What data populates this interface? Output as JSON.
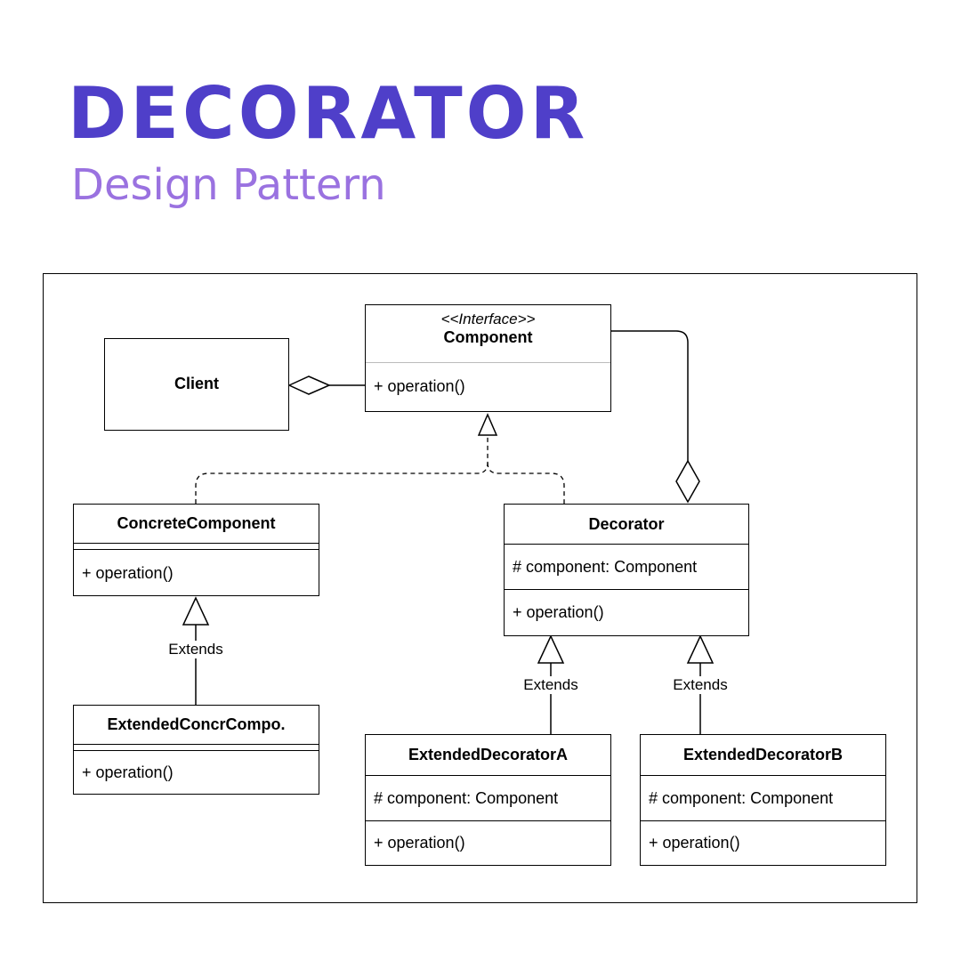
{
  "header": {
    "title": "DECORATOR",
    "subtitle": "Design Pattern"
  },
  "diagram": {
    "client": {
      "name": "Client"
    },
    "component": {
      "stereotype": "<<Interface>>",
      "name": "Component",
      "method": "+ operation()"
    },
    "concrete_component": {
      "name": "ConcreteComponent",
      "method": "+ operation()"
    },
    "extended_concrete": {
      "name": "ExtendedConcrCompo.",
      "method": "+ operation()"
    },
    "decorator": {
      "name": "Decorator",
      "attribute": "# component: Component",
      "method": "+ operation()"
    },
    "decorator_a": {
      "name": "ExtendedDecoratorA",
      "attribute": "# component: Component",
      "method": "+ operation()"
    },
    "decorator_b": {
      "name": "ExtendedDecoratorB",
      "attribute": "# component: Component",
      "method": "+ operation()"
    },
    "extends_label": "Extends"
  },
  "colors": {
    "title": "#4f3fc9",
    "subtitle": "#9a72e0"
  }
}
